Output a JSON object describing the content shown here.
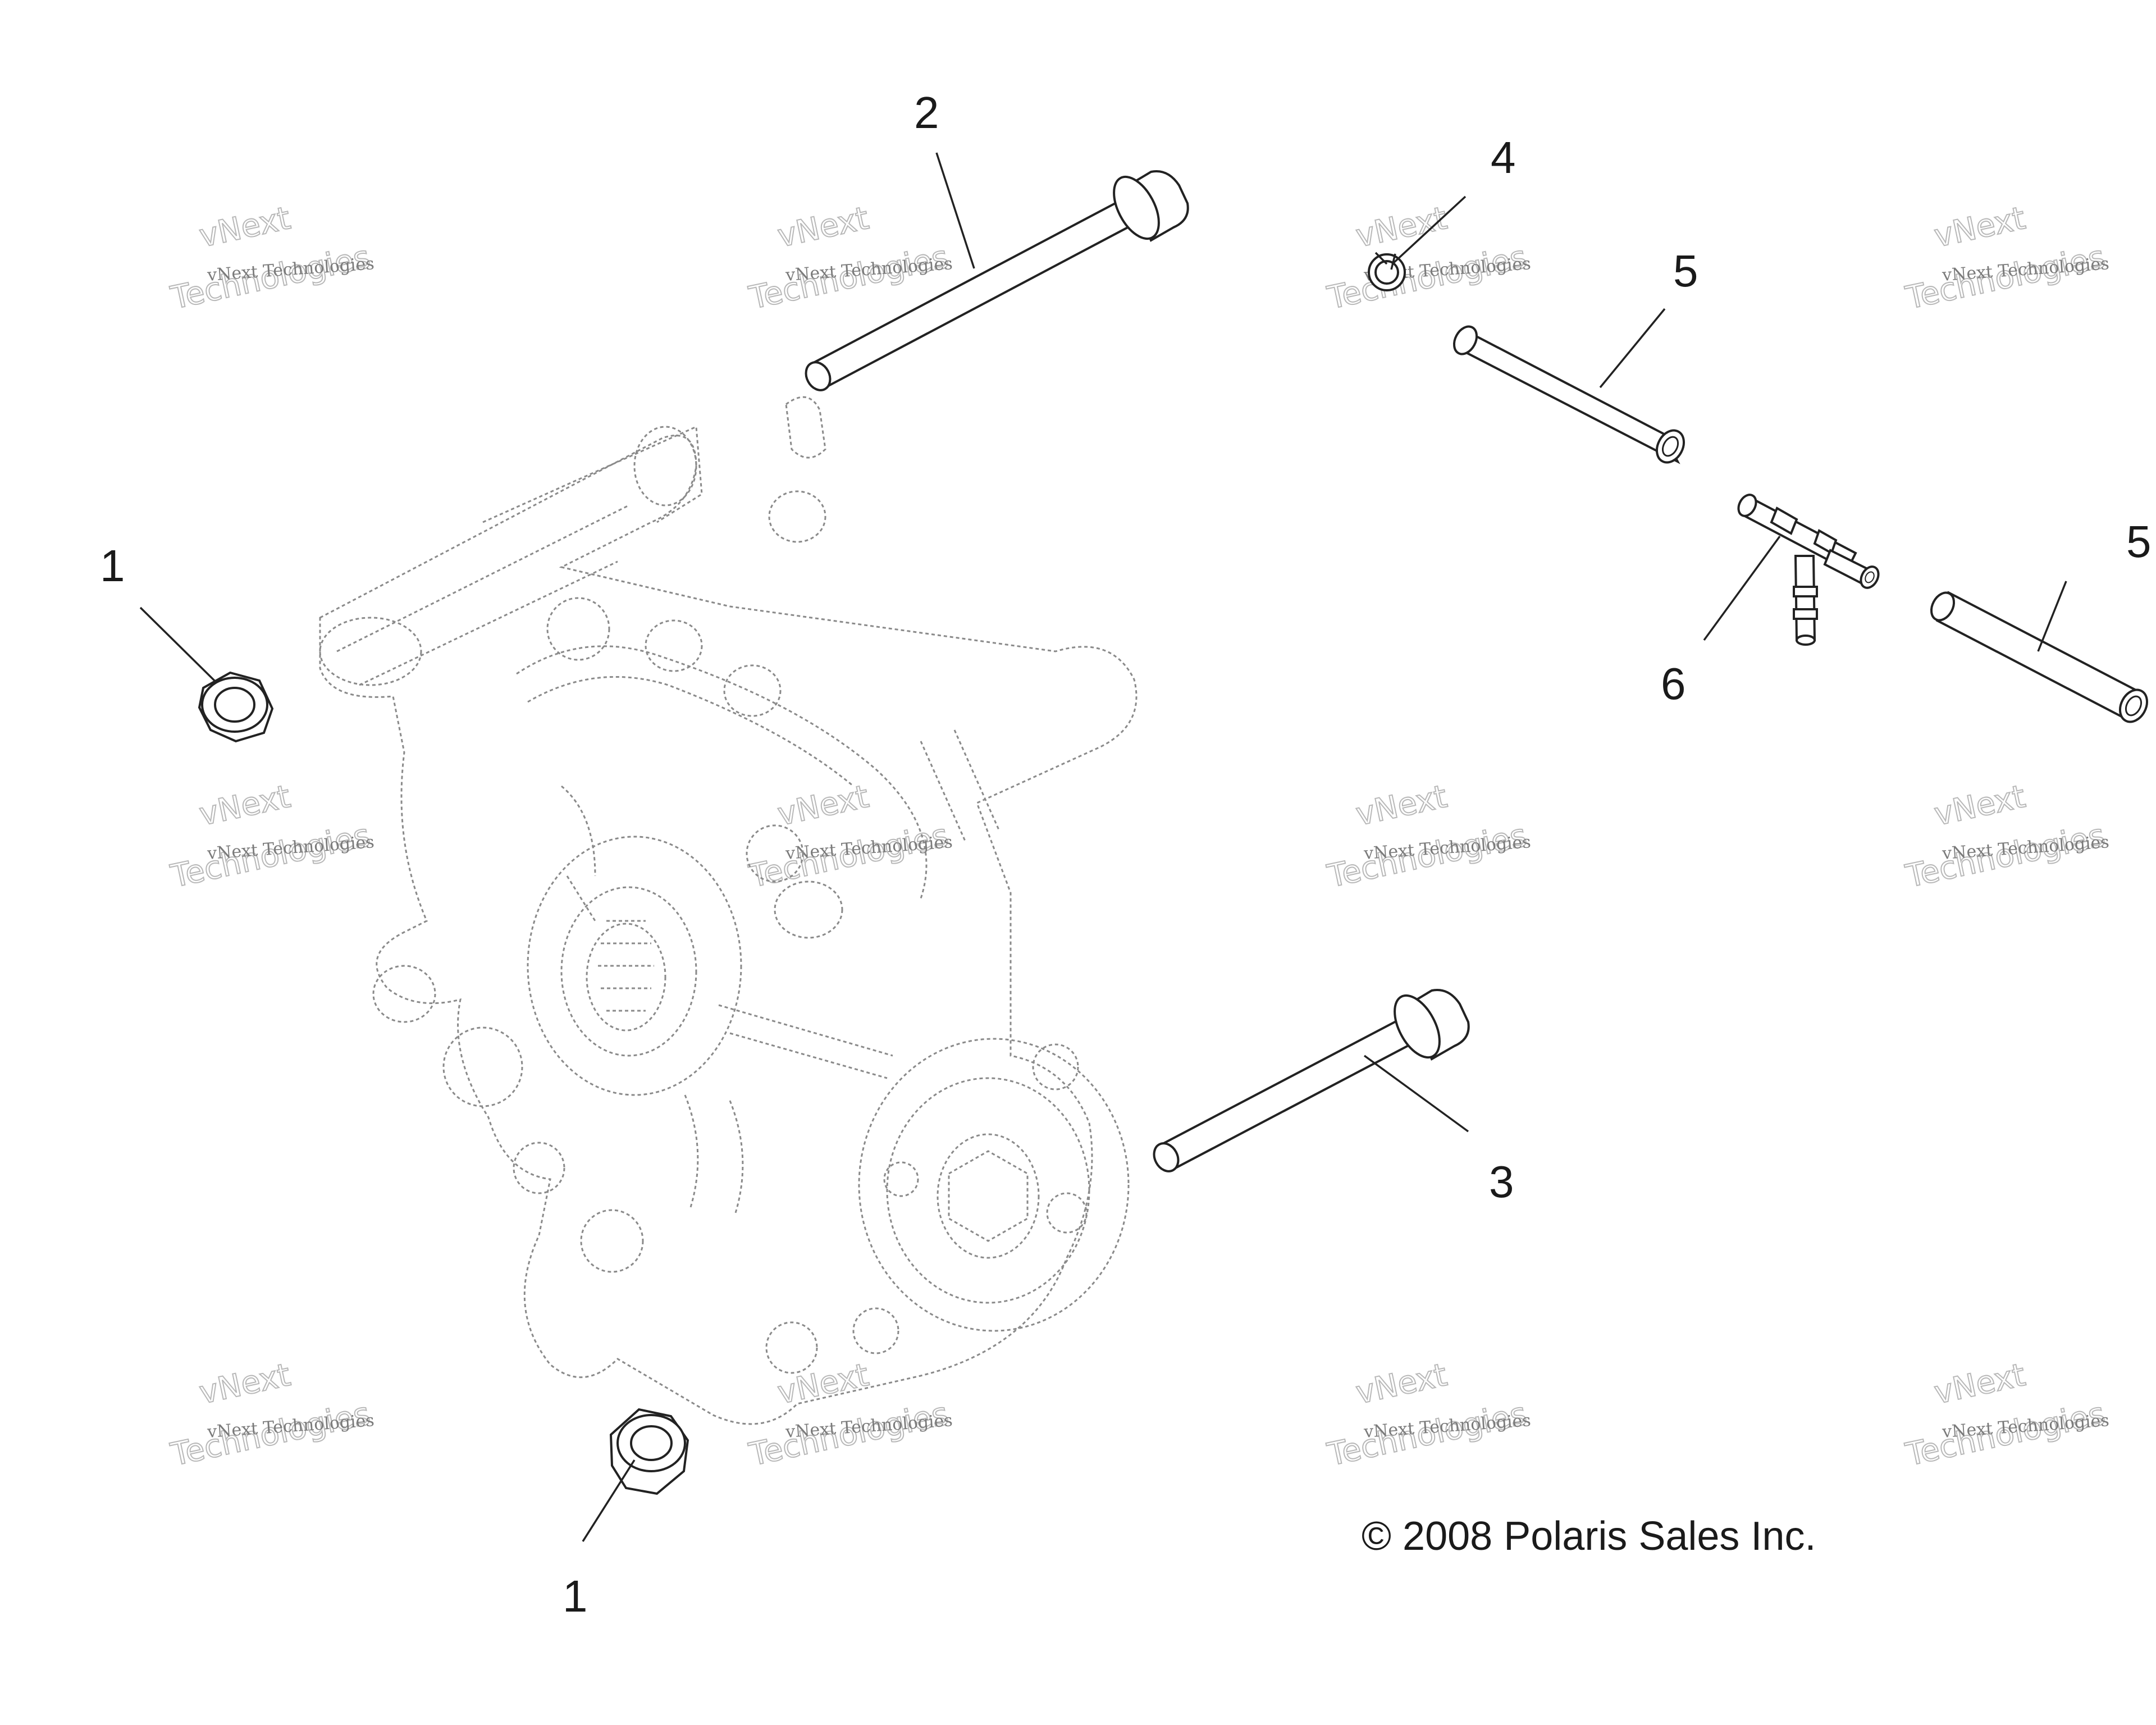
{
  "callouts": {
    "c1a": "1",
    "c1b": "1",
    "c2": "2",
    "c3": "3",
    "c4": "4",
    "c5a": "5",
    "c5b": "5",
    "c6": "6"
  },
  "copyright": "© 2008 Polaris Sales Inc.",
  "watermark": {
    "line1": "vNext Technologies",
    "line2": "vNext",
    "line3": "Technologies"
  }
}
